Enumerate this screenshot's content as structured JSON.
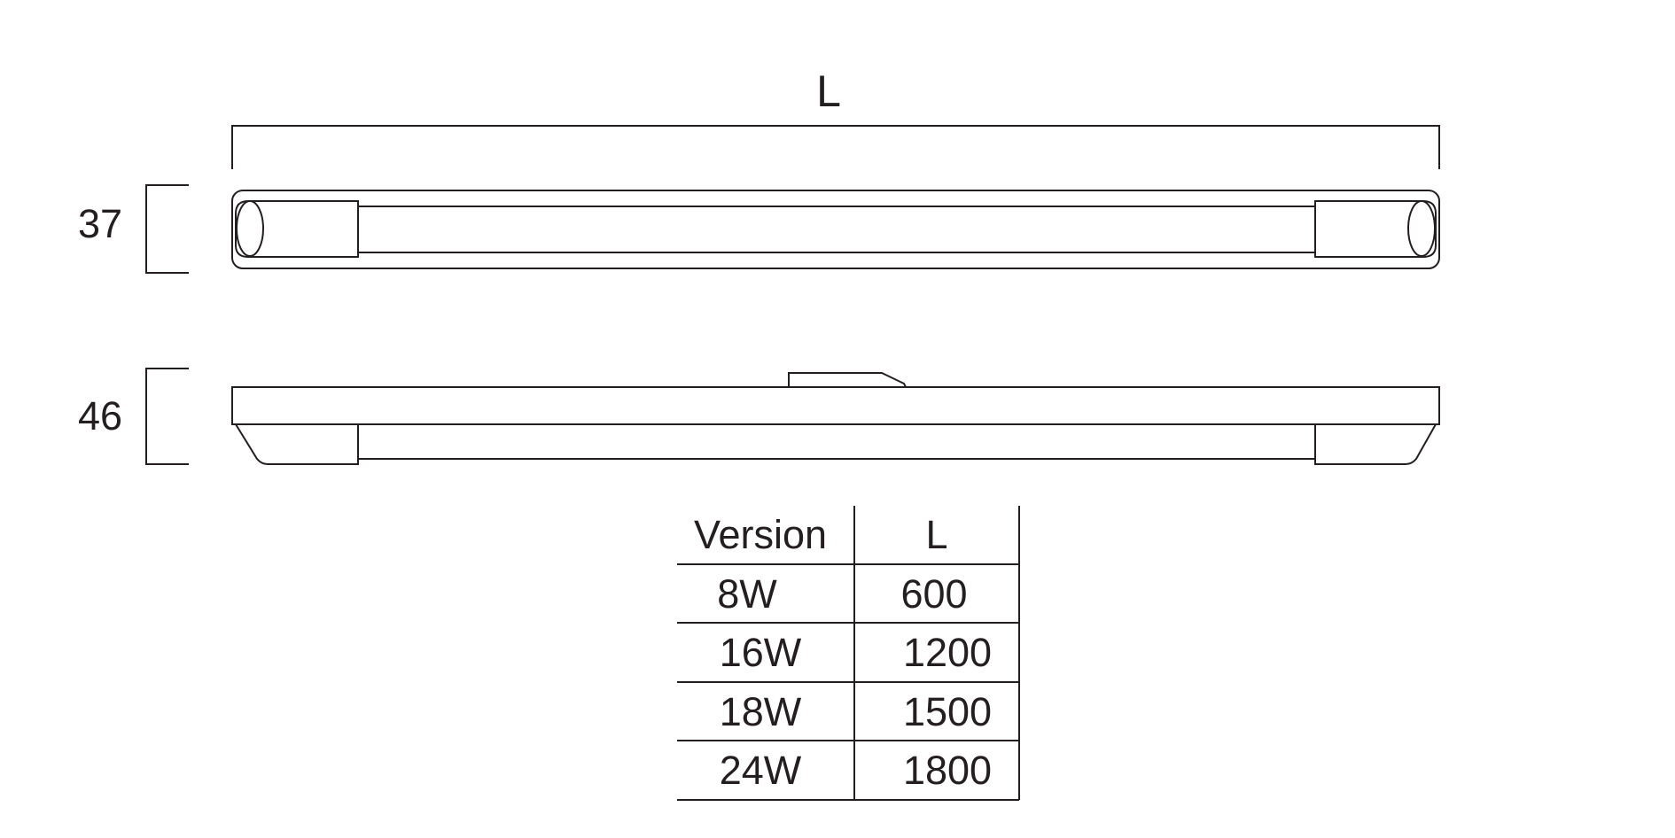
{
  "dimensions": {
    "length_label": "L",
    "height_top_view": "37",
    "height_side_view": "46"
  },
  "table": {
    "headers": [
      "Version",
      "L"
    ],
    "rows": [
      [
        "8W",
        "600"
      ],
      [
        "16W",
        "1200"
      ],
      [
        "18W",
        "1500"
      ],
      [
        "24W",
        "1800"
      ]
    ]
  },
  "colors": {
    "line": "#231f20",
    "background": "#ffffff"
  }
}
